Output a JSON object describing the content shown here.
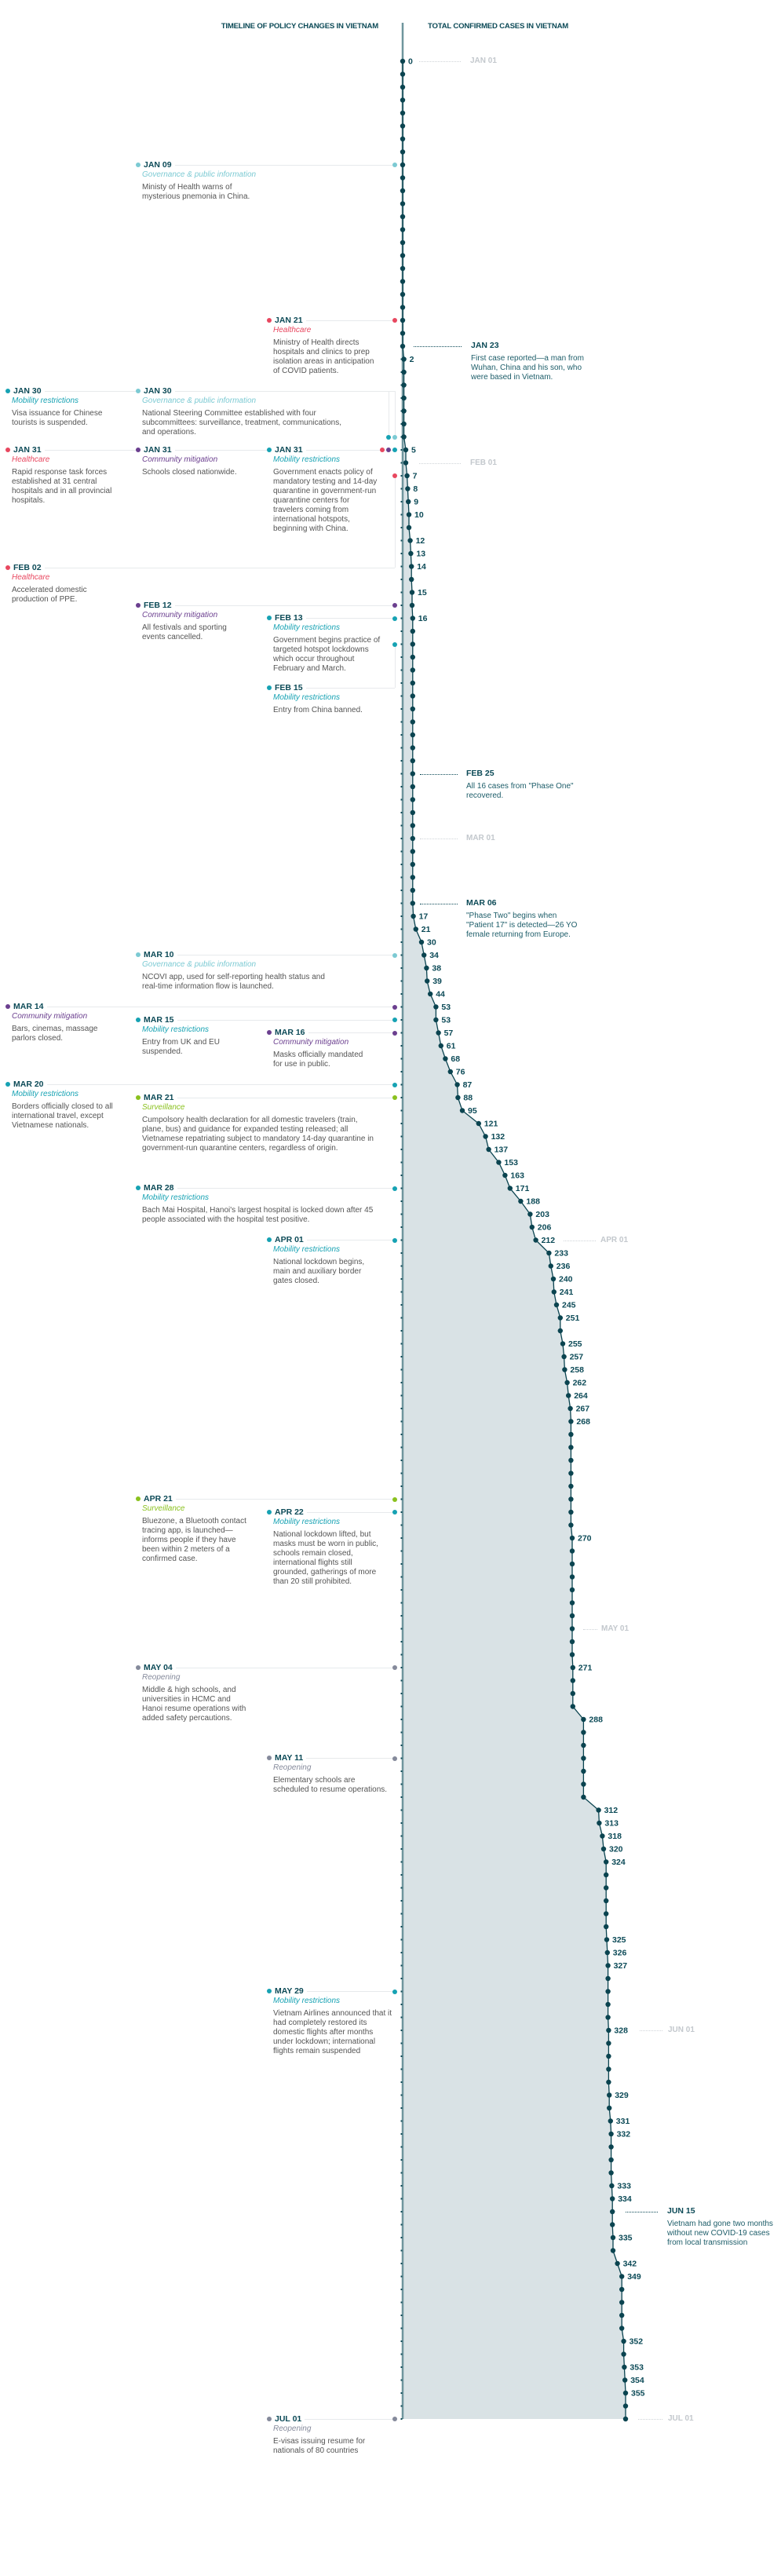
{
  "headers": {
    "policy": "TIMELINE OF POLICY CHANGES IN VIETNAM",
    "cases": "TOTAL CONFIRMED CASES IN VIETNAM"
  },
  "category_colors": {
    "Healthcare": "#e8475f",
    "Mobility restrictions": "#16a2b3",
    "Governance & public information": "#7ccad3",
    "Community mitigation": "#6b3f8f",
    "Surveillance": "#8ac11e",
    "Reopening": "#858a9b"
  },
  "events": [
    {
      "date": "JAN 09",
      "category": "Governance & public information",
      "text": "Ministy of Health warns of mysterious pnemonia in China."
    },
    {
      "date": "JAN 21",
      "category": "Healthcare",
      "text": "Ministry of Health directs hospitals and clinics to prep isolation areas in anticipation of COVID patients."
    },
    {
      "date": "JAN 30",
      "category": "Mobility restrictions",
      "text": "Visa issuance for Chinese tourists is suspended."
    },
    {
      "date": "JAN 30",
      "category": "Governance & public information",
      "text": "National Steering Committee established with four subcommittees: surveillance, treatment, communications, and operations."
    },
    {
      "date": "JAN 31",
      "category": "Healthcare",
      "text": "Rapid response task forces established at 31 central hospitals and in all provincial hospitals."
    },
    {
      "date": "JAN 31",
      "category": "Community mitigation",
      "text": "Schools closed nationwide."
    },
    {
      "date": "JAN 31",
      "category": "Mobility restrictions",
      "text": "Government enacts policy of mandatory testing and 14-day quarantine in government-run quarantine centers for travelers coming from international hotspots, beginning with China."
    },
    {
      "date": "FEB 02",
      "category": "Healthcare",
      "text": "Accelerated domestic production of PPE."
    },
    {
      "date": "FEB 12",
      "category": "Community mitigation",
      "text": "All festivals and sporting events cancelled."
    },
    {
      "date": "FEB 13",
      "category": "Mobility restrictions",
      "text": "Government begins practice of targeted hotspot lockdowns which occur throughout February and March."
    },
    {
      "date": "FEB 15",
      "category": "Mobility restrictions",
      "text": "Entry from China banned."
    },
    {
      "date": "MAR 10",
      "category": "Governance & public information",
      "text": "NCOVI app, used for self-reporting health status and real-time information flow is launched."
    },
    {
      "date": "MAR 14",
      "category": "Community mitigation",
      "text": "Bars, cinemas, massage parlors closed."
    },
    {
      "date": "MAR 15",
      "category": "Mobility restrictions",
      "text": "Entry from UK and EU suspended."
    },
    {
      "date": "MAR 16",
      "category": "Community mitigation",
      "text": "Masks officially mandated for use in public."
    },
    {
      "date": "MAR 20",
      "category": "Mobility restrictions",
      "text": "Borders officially closed to all international travel, except Vietnamese nationals."
    },
    {
      "date": "MAR 21",
      "category": "Surveillance",
      "text": "Cumpolsory health declaration for all domestic travelers (train, plane, bus) and guidance for expanded testing released; all Vietnamese repatriating subject to mandatory 14-day quarantine in government-run quarantine centers, regardless of origin."
    },
    {
      "date": "MAR 28",
      "category": "Mobility restrictions",
      "text": "Bach Mai Hospital, Hanoi's largest hospital is locked down after 45 people associated with the hospital test positive."
    },
    {
      "date": "APR 01",
      "category": "Mobility restrictions",
      "text": "National lockdown begins, main and auxiliary border gates closed."
    },
    {
      "date": "APR 21",
      "category": "Surveillance",
      "text": "Bluezone, a Bluetooth contact tracing app, is launched—informs people if they have been within 2 meters of a confirmed case."
    },
    {
      "date": "APR 22",
      "category": "Mobility restrictions",
      "text": "National lockdown lifted, but masks must be worn in public, schools remain closed, international flights still grounded, gatherings of more than 20 still prohibited."
    },
    {
      "date": "MAY 04",
      "category": "Reopening",
      "text": "Middle & high schools, and universities in HCMC and Hanoi resume operations with added safety percautions."
    },
    {
      "date": "MAY 11",
      "category": "Reopening",
      "text": "Elementary schools are scheduled to resume operations."
    },
    {
      "date": "MAY 29",
      "category": "Mobility restrictions",
      "text": "Vietnam Airlines announced that it had completely restored its domestic flights after months under lockdown; international flights remain suspended"
    },
    {
      "date": "JUL 01",
      "category": "Reopening",
      "text": "E-visas issuing resume for nationals of 80 countries"
    }
  ],
  "annotations": [
    {
      "date": "JAN 23",
      "text": "First case reported—a man from Wuhan, China and his son, who were based in Vietnam."
    },
    {
      "date": "FEB 25",
      "text": "All 16 cases from \"Phase One\" recovered."
    },
    {
      "date": "MAR 06",
      "text": "\"Phase Two\" begins when \"Patient 17\" is detected—26 YO female returning from Europe."
    },
    {
      "date": "JUN 15",
      "text": "Vietnam had gone two months without new COVID-19 cases from local transmission"
    }
  ],
  "chart_data": {
    "type": "line",
    "title": "TOTAL CONFIRMED CASES IN VIETNAM",
    "x_start": "JAN 01",
    "x_end": "JUL 01",
    "x_step": "1 day",
    "month_labels": [
      "JAN 01",
      "FEB 01",
      "MAR 01",
      "APR 01",
      "MAY 01",
      "JUN 01",
      "JUL 01"
    ],
    "cases": [
      0,
      0,
      0,
      0,
      0,
      0,
      0,
      0,
      0,
      0,
      0,
      0,
      0,
      0,
      0,
      0,
      0,
      0,
      0,
      0,
      0,
      0,
      0,
      2,
      2,
      2,
      2,
      2,
      2,
      2,
      5,
      5,
      7,
      8,
      9,
      10,
      10,
      12,
      13,
      14,
      14,
      15,
      15,
      16,
      16,
      16,
      16,
      16,
      16,
      16,
      16,
      16,
      16,
      16,
      16,
      16,
      16,
      16,
      16,
      16,
      16,
      16,
      16,
      16,
      16,
      16,
      17,
      21,
      30,
      34,
      38,
      39,
      44,
      53,
      53,
      57,
      61,
      68,
      76,
      87,
      88,
      95,
      121,
      132,
      137,
      153,
      163,
      171,
      188,
      203,
      206,
      212,
      233,
      236,
      240,
      241,
      245,
      251,
      251,
      255,
      257,
      258,
      262,
      264,
      267,
      268,
      268,
      268,
      268,
      268,
      268,
      268,
      268,
      268,
      270,
      270,
      270,
      270,
      270,
      270,
      270,
      270,
      270,
      270,
      271,
      271,
      271,
      271,
      288,
      288,
      288,
      288,
      288,
      288,
      288,
      312,
      313,
      318,
      320,
      324,
      324,
      324,
      324,
      324,
      324,
      325,
      326,
      327,
      327,
      327,
      327,
      327,
      328,
      328,
      328,
      328,
      328,
      329,
      329,
      331,
      332,
      332,
      332,
      332,
      333,
      334,
      334,
      334,
      335,
      335,
      342,
      349,
      349,
      349,
      349,
      349,
      352,
      352,
      353,
      354,
      355,
      355,
      355
    ],
    "repeated_value_labels": [
      "MAR 15"
    ],
    "ylabel": "Total confirmed cases",
    "fill": "area"
  }
}
